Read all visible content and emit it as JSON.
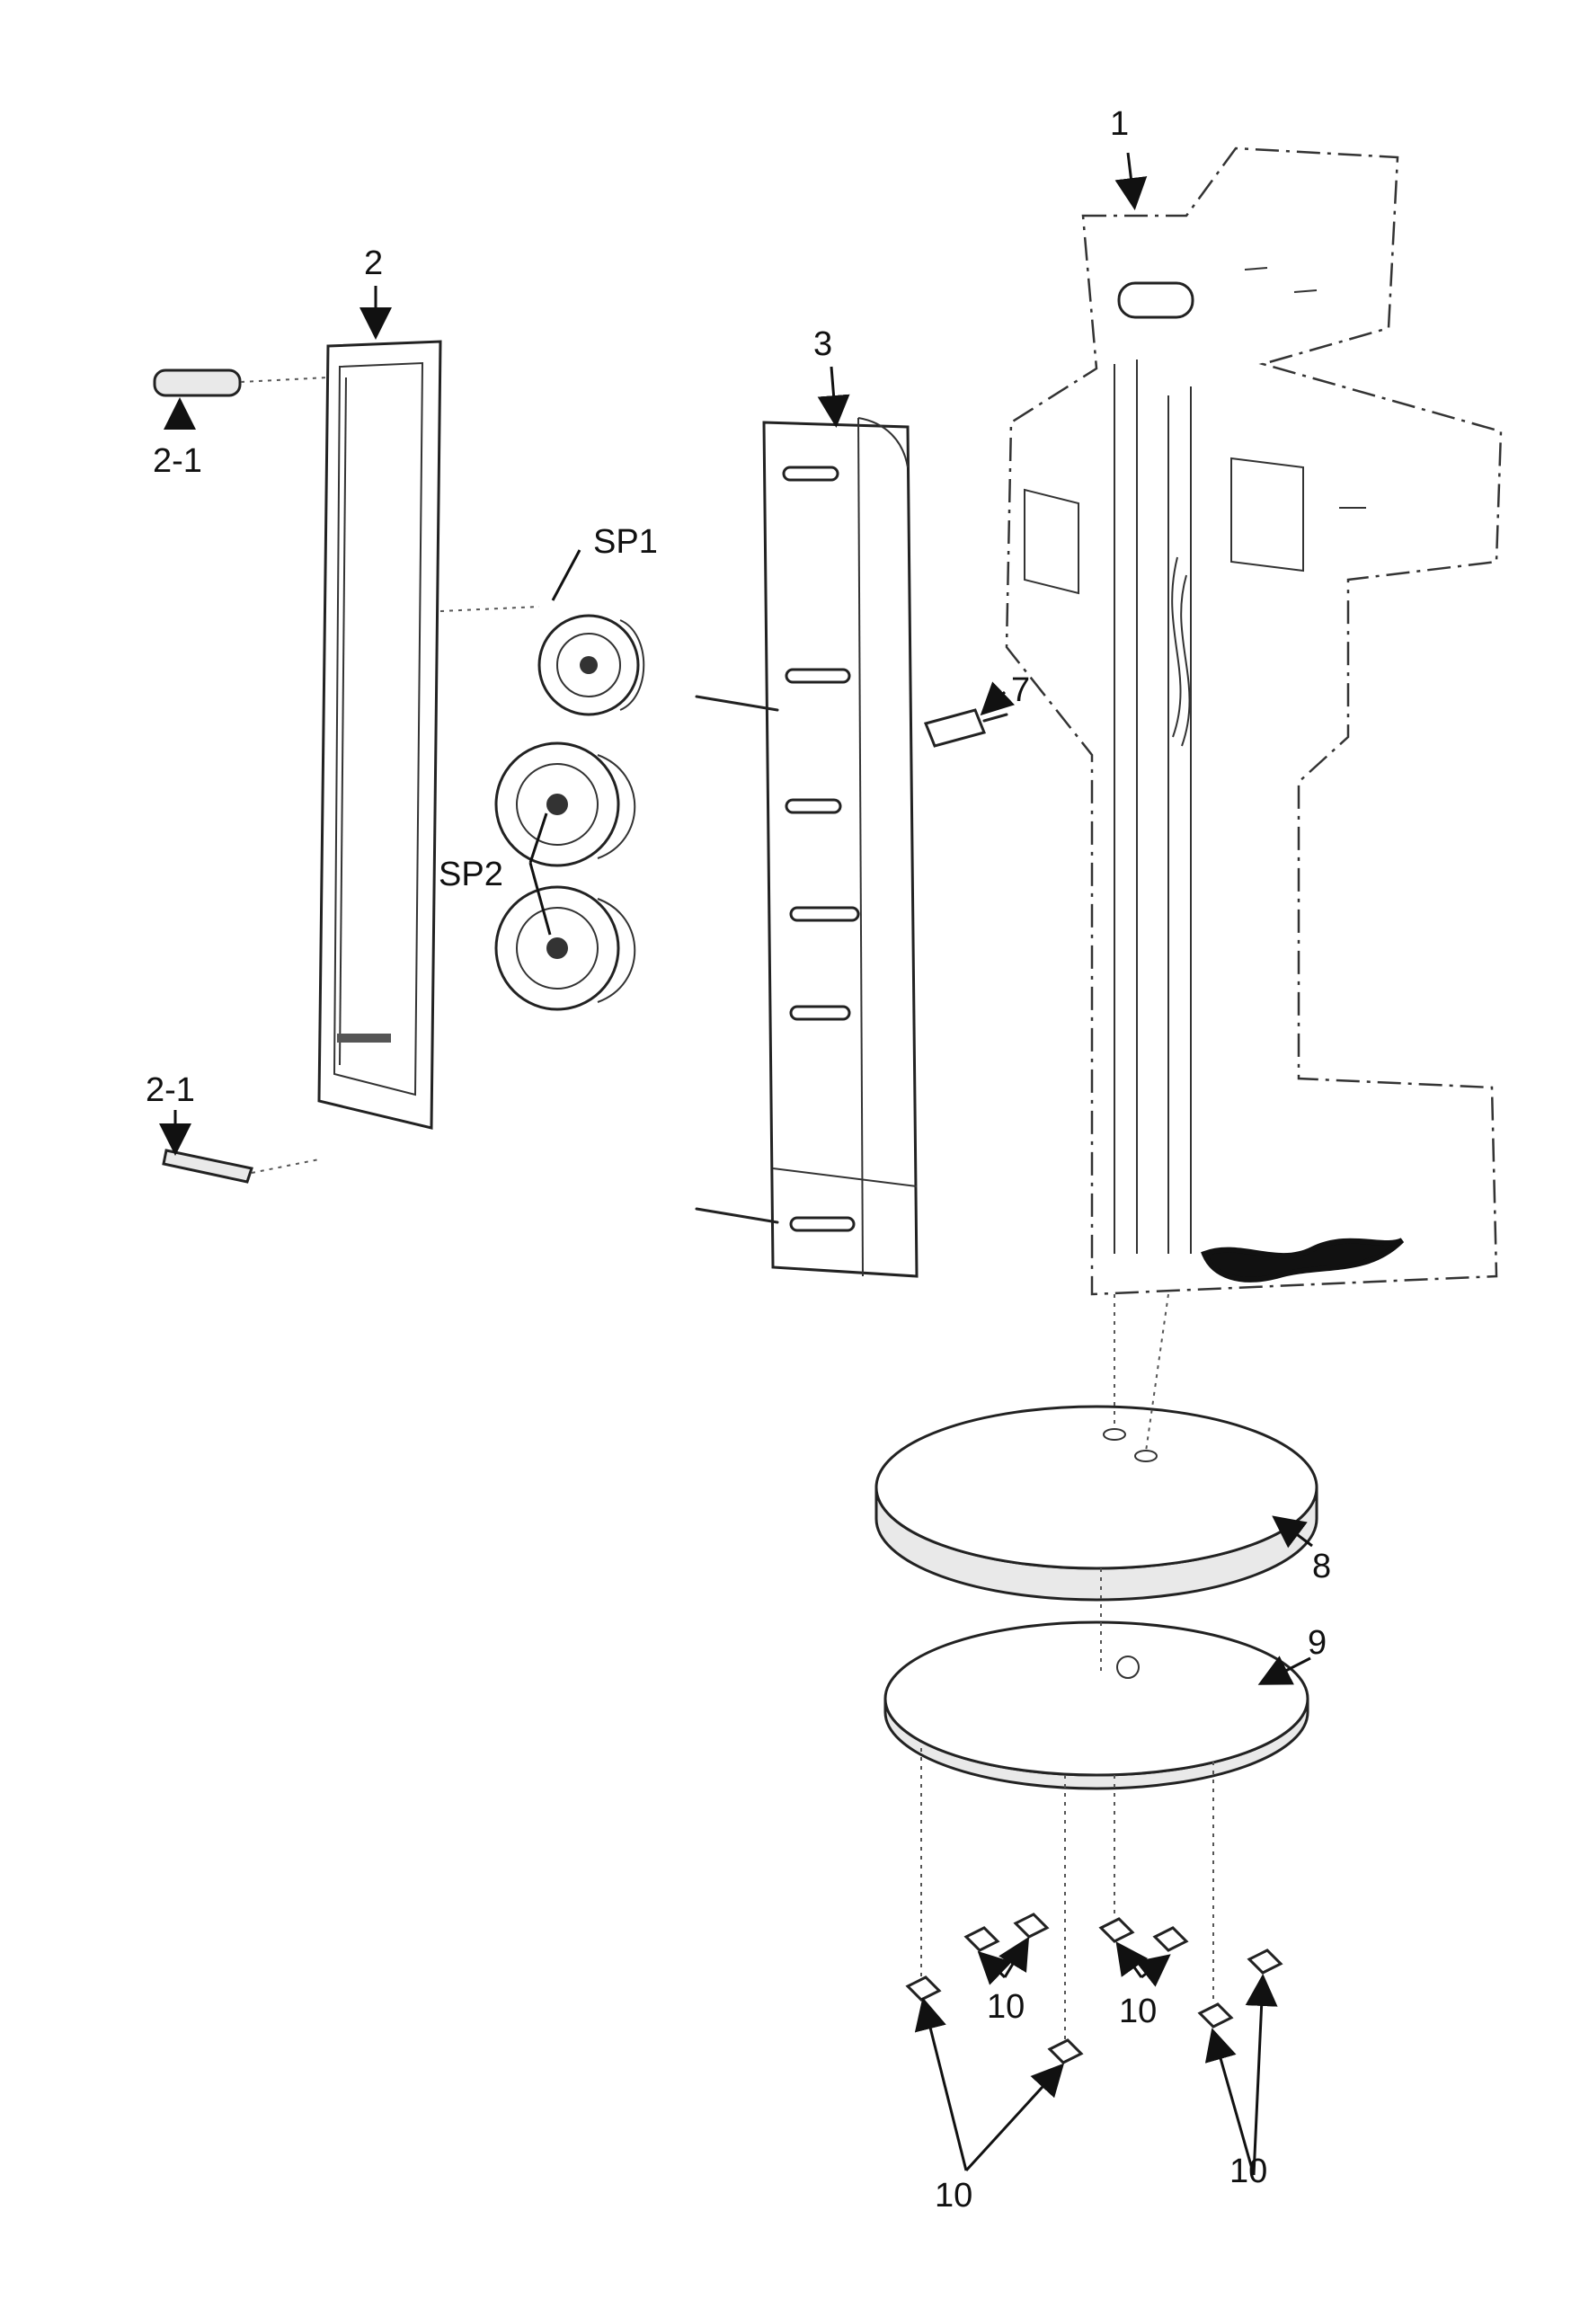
{
  "callouts": {
    "p1": "1",
    "p2": "2",
    "p2_1_top": "2-1",
    "p2_1_bottom": "2-1",
    "p3": "3",
    "sp1": "SP1",
    "sp2": "SP2",
    "p7": "7",
    "p8": "8",
    "p9": "9",
    "p10_a": "10",
    "p10_b": "10",
    "p10_c": "10",
    "p10_d": "10"
  }
}
